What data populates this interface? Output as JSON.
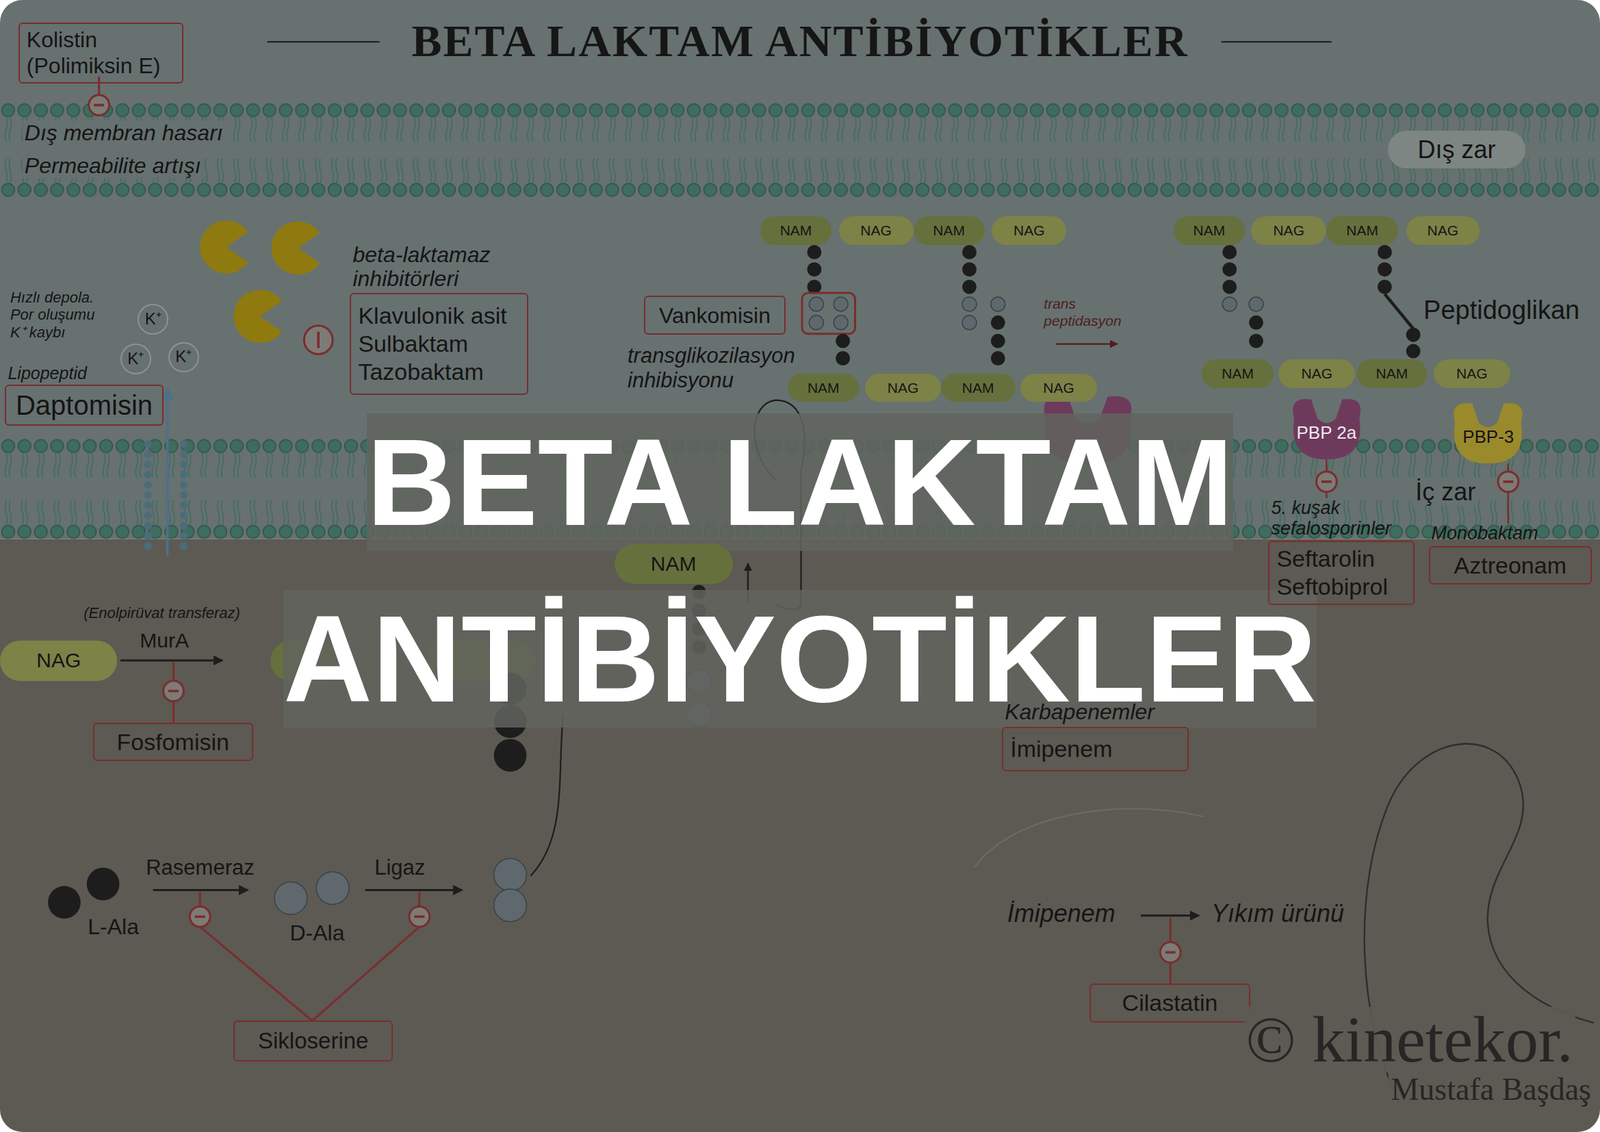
{
  "diagram": {
    "title": "BETA LAKTAM ANTİBİYOTİKLER",
    "nodes": [
      {
        "text": [
          "Kolistin (Polimiksin E)"
        ]
      },
      {
        "text": [
          "Dış zar"
        ]
      },
      {
        "text": [
          "NAM"
        ]
      },
      {
        "text": [
          "NAG"
        ]
      },
      {
        "text": [
          "NAM"
        ]
      },
      {
        "text": [
          "NAG"
        ]
      },
      {
        "text": [
          "NAM"
        ]
      },
      {
        "text": [
          "NAG"
        ]
      },
      {
        "text": [
          "NAM"
        ]
      },
      {
        "text": [
          "NAG"
        ]
      },
      {
        "text": [
          "beta-laktamaz inhibitörleri",
          "Klavulonik asit",
          "Sulbaktam",
          "Tazobaktam"
        ]
      },
      {
        "text": [
          "K⁺"
        ]
      },
      {
        "text": [
          "K⁺"
        ]
      },
      {
        "text": [
          "K⁺"
        ]
      },
      {
        "text": [
          "Vankomisin"
        ]
      },
      {
        "text": [
          "NAM"
        ]
      },
      {
        "text": [
          "NAG"
        ]
      },
      {
        "text": [
          "NAM"
        ]
      },
      {
        "text": [
          "NAG"
        ]
      },
      {
        "text": [
          "Lipopeptid",
          "Daptomisin"
        ]
      },
      {
        "text": [
          "NAM"
        ]
      },
      {
        "text": [
          "NAG"
        ]
      },
      {
        "text": [
          "NAM"
        ]
      },
      {
        "text": [
          "NAG"
        ]
      },
      {
        "text": [
          "PBP 2a"
        ]
      },
      {
        "text": [
          "PBP-3"
        ]
      },
      {
        "text": [
          "5. kuşak sefalosporinler",
          "Seftarolin",
          "Seftobiprol"
        ]
      },
      {
        "text": [
          "Monobaktam",
          "Aztreonam"
        ]
      },
      {
        "text": [
          "NAM"
        ]
      },
      {
        "text": [
          "NAG"
        ]
      },
      {
        "text": [
          "Karbapenemler",
          "İmipenem"
        ]
      },
      {
        "text": [
          "Fosfomisin"
        ]
      },
      {
        "text": [
          "Cilastatin"
        ]
      },
      {
        "text": [
          "Sikloserine"
        ]
      }
    ],
    "edges": [
      {
        "from": 26,
        "to": 24,
        "arrow": "none"
      },
      {
        "from": 27,
        "to": 25,
        "arrow": "none"
      }
    ],
    "labels": [
      "Dış membran hasarı",
      "Permeabilite artışı",
      "Hızlı depola. Por oluşumu K⁺ kaybı",
      "transglikozilasyon inhibisyonu",
      "trans peptidasyon",
      "Peptidoglikan",
      "İç zar",
      "(Enolpirüvat transferaz)",
      "MurA",
      "Rasemeraz",
      "Ligaz",
      "L-Ala",
      "D-Ala",
      "İmipenem",
      "Yıkım ürünü",
      "BETA LAKTAM ANTİBİYOTİKLER",
      "© kinetekor.",
      "Mustafa Başdaş"
    ]
  }
}
